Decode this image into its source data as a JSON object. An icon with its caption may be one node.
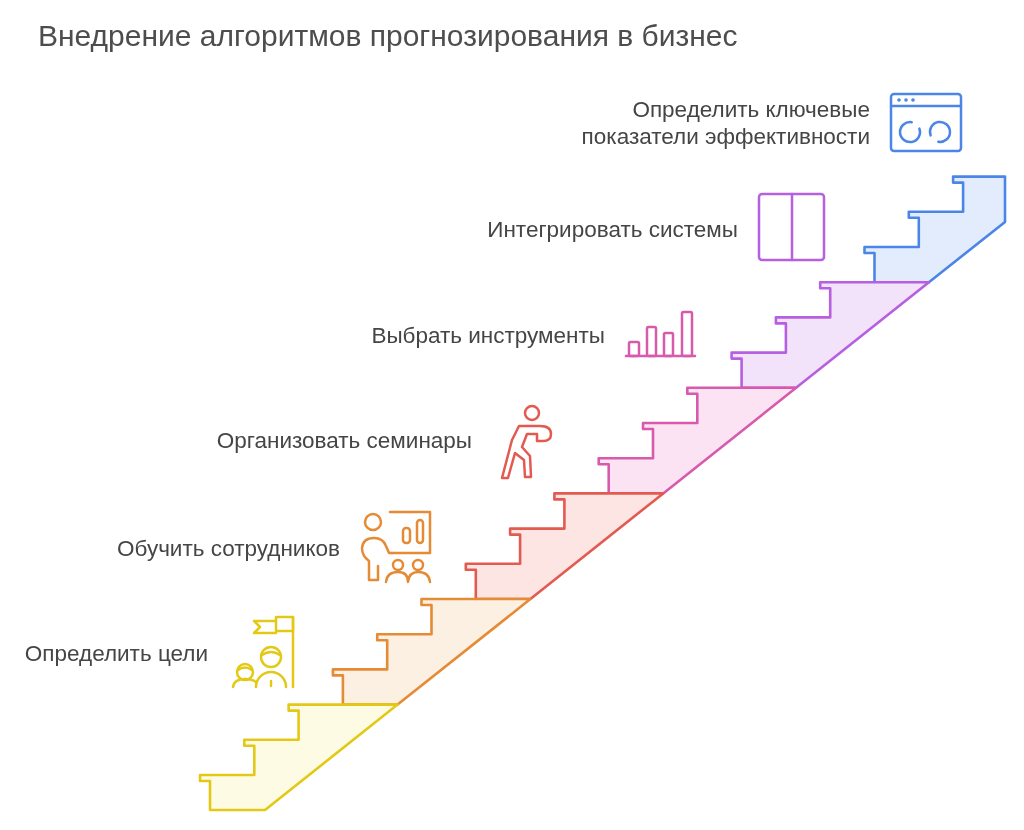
{
  "diagram": {
    "title": "Внедрение алгоритмов прогнозирования в бизнес",
    "labels": [
      "Определить ключевые показатели эффективности",
      "Интегрировать системы",
      "Выбрать инструменты",
      "Организовать семинары",
      "Обучить сотрудников",
      "Определить цели"
    ]
  }
}
